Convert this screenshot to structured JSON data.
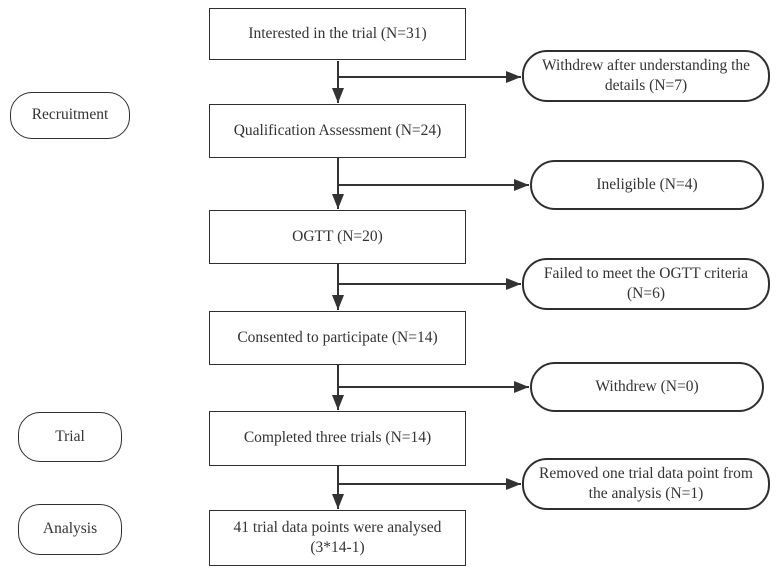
{
  "diagram": {
    "type": "flowchart",
    "stages": [
      {
        "label": "Recruitment"
      },
      {
        "label": "Trial"
      },
      {
        "label": "Analysis"
      }
    ],
    "main_flow": [
      {
        "label": "Interested in the trial (N=31)"
      },
      {
        "label": "Qualification Assessment (N=24)"
      },
      {
        "label": "OGTT (N=20)"
      },
      {
        "label": "Consented to participate (N=14)"
      },
      {
        "label": "Completed three trials (N=14)"
      },
      {
        "label": "41 trial data points were analysed (3*14-1)"
      }
    ],
    "exclusions": [
      {
        "label": "Withdrew after understanding the details (N=7)"
      },
      {
        "label": "Ineligible (N=4)"
      },
      {
        "label": "Failed to meet the OGTT criteria (N=6)"
      },
      {
        "label": "Withdrew (N=0)"
      },
      {
        "label": "Removed one trial data point from the analysis (N=1)"
      }
    ],
    "colors": {
      "line": "#333333",
      "border": "#2f2f2f",
      "text": "#333333",
      "background": "#ffffff"
    }
  }
}
